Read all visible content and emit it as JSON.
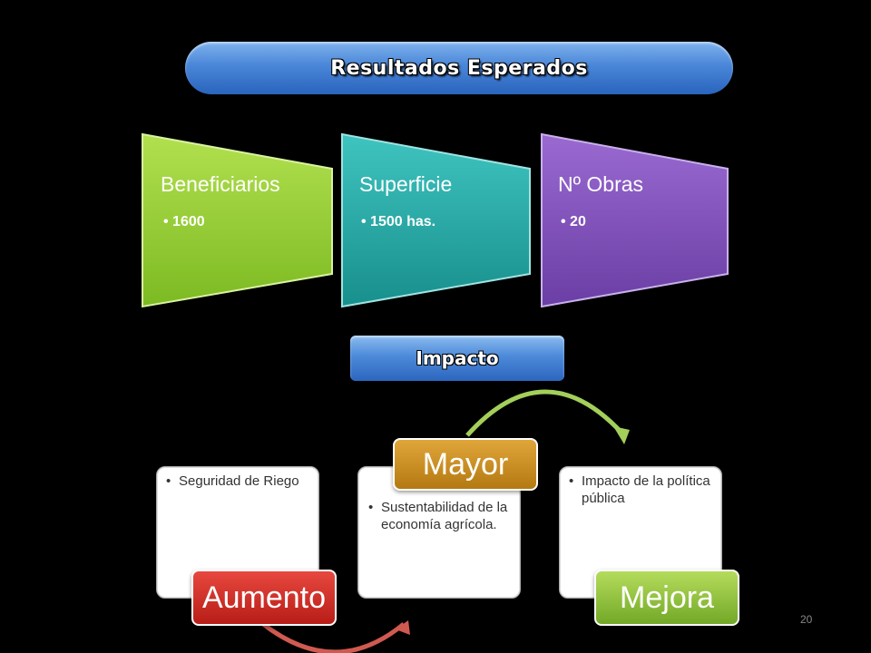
{
  "header": {
    "title": "Resultados Esperados"
  },
  "results": [
    {
      "title": "Beneficiarios",
      "value": "1600",
      "color": "#8fcf2f"
    },
    {
      "title": "Superficie",
      "value": "1500 has.",
      "color": "#22a8a5"
    },
    {
      "title": "Nº Obras",
      "value": "20",
      "color": "#7d4fb6"
    }
  ],
  "impact": {
    "title": "Impacto"
  },
  "impacts": [
    {
      "label": "Aumento",
      "text": "Seguridad de Riego",
      "color": "#d2302a"
    },
    {
      "label": "Mayor",
      "text": "Sustentabilidad de la economía agrícola.",
      "color": "#c9901e"
    },
    {
      "label": "Mejora",
      "text": "Impacto de la política pública",
      "color": "#92c63f"
    }
  ],
  "footer": {
    "page_number": "20"
  }
}
